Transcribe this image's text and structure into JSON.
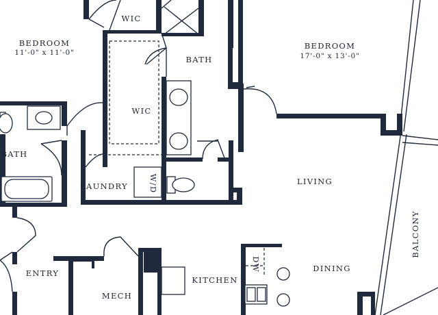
{
  "floorplan": {
    "rooms": {
      "bedroom_left": {
        "name": "BEDROOM",
        "dimensions": "11'-0\" x 11'-0\""
      },
      "bedroom_right": {
        "name": "BEDROOM",
        "dimensions": "17'-0\" x 13'-0\""
      },
      "wic_top": "WIC",
      "wic_mid": "WIC",
      "bath_top": "BATH",
      "bath_left": "BATH",
      "laundry": "LAUNDRY",
      "wd": "W/D",
      "living": "LIVING",
      "dining": "DINING",
      "balcony": "BALCONY",
      "entry": "ENTRY",
      "mech": "MECH",
      "kitchen": "KITCHEN",
      "dw": "DW"
    },
    "colors": {
      "walls": "#1f2a3c",
      "background": "#ffffff"
    }
  }
}
